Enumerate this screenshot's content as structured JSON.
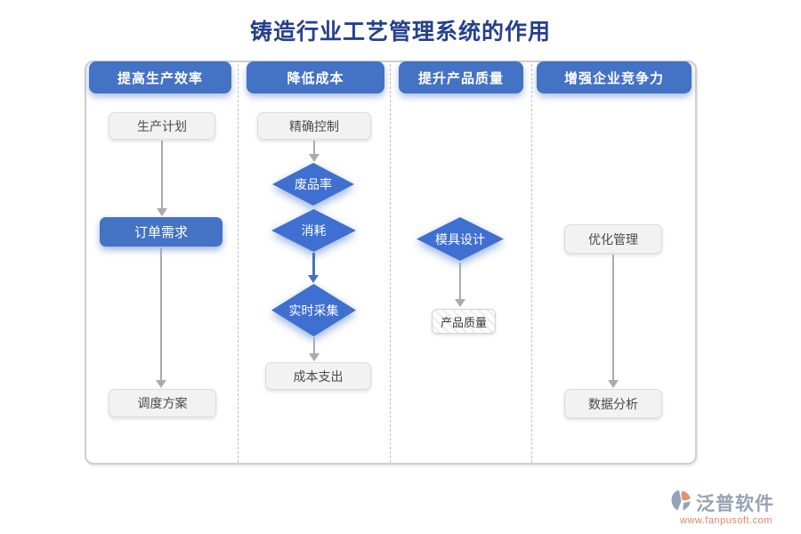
{
  "title": "铸造行业工艺管理系统的作用",
  "columns": [
    {
      "header": "提高生产效率",
      "nodes": [
        {
          "label": "生产计划",
          "type": "box"
        },
        {
          "label": "订单需求",
          "type": "highlight-box"
        },
        {
          "label": "调度方案",
          "type": "box"
        }
      ]
    },
    {
      "header": "降低成本",
      "nodes": [
        {
          "label": "精确控制",
          "type": "box"
        },
        {
          "label": "废品率",
          "type": "diamond"
        },
        {
          "label": "消耗",
          "type": "diamond"
        },
        {
          "label": "实时采集",
          "type": "diamond"
        },
        {
          "label": "成本支出",
          "type": "box"
        }
      ]
    },
    {
      "header": "提升产品质量",
      "nodes": [
        {
          "label": "模具设计",
          "type": "diamond"
        },
        {
          "label": "产品质量",
          "type": "hatched-box"
        }
      ]
    },
    {
      "header": "增强企业竞争力",
      "nodes": [
        {
          "label": "优化管理",
          "type": "box"
        },
        {
          "label": "数据分析",
          "type": "box"
        }
      ]
    }
  ],
  "edges": [
    {
      "from": "生产计划",
      "to": "订单需求",
      "color": "gray"
    },
    {
      "from": "订单需求",
      "to": "调度方案",
      "color": "gray"
    },
    {
      "from": "精确控制",
      "to": "废品率",
      "color": "gray"
    },
    {
      "from": "消耗",
      "to": "实时采集",
      "color": "blue"
    },
    {
      "from": "实时采集",
      "to": "成本支出",
      "color": "gray"
    },
    {
      "from": "模具设计",
      "to": "产品质量",
      "color": "gray"
    },
    {
      "from": "优化管理",
      "to": "数据分析",
      "color": "gray"
    }
  ],
  "logo": {
    "name": "泛普软件",
    "url": "www.fanpusoft.com"
  },
  "colors": {
    "accent_blue": "#4472c4",
    "diamond_blue": "#3f6fd1",
    "title_navy": "#26408c",
    "arrow_gray": "#ababab",
    "box_gray": "#f2f2f2",
    "logo_gray": "#98a2b3",
    "logo_orange": "#e0836a"
  }
}
